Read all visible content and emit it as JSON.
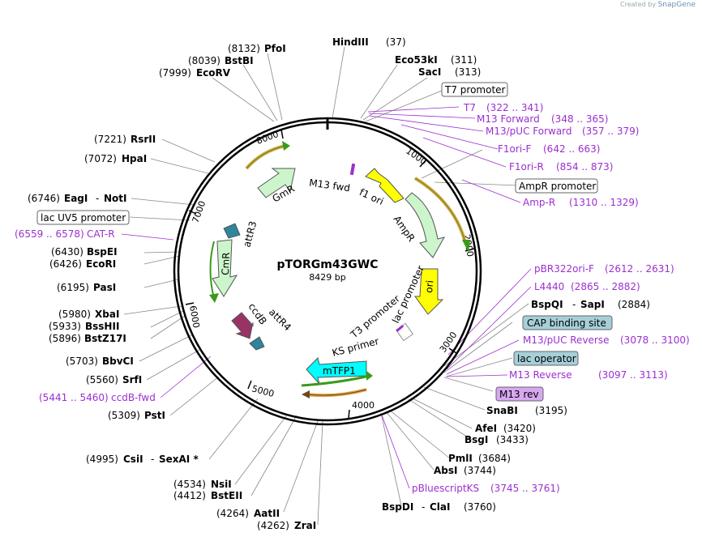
{
  "credit": {
    "prefix": "Created by",
    "brand": "SnapGene"
  },
  "plasmid": {
    "name": "pTORGm43GWC",
    "size": "8429 bp"
  },
  "ticks": [
    "1000",
    "2000",
    "3000",
    "4000",
    "5000",
    "6000",
    "7000",
    "8000"
  ],
  "sites": {
    "hindiii": {
      "name": "HindIII",
      "pos": "(37)"
    },
    "eco53ki": {
      "name": "Eco53kI",
      "pos": "(311)"
    },
    "saci": {
      "name": "SacI",
      "pos": "(313)"
    },
    "pfoi": {
      "name": "PfoI",
      "pos": "(8132)"
    },
    "bstbi": {
      "name": "BstBI",
      "pos": "(8039)"
    },
    "ecorv": {
      "name": "EcoRV",
      "pos": "(7999)"
    },
    "rsrii": {
      "name": "RsrII",
      "pos": "(7221)"
    },
    "hpai": {
      "name": "HpaI",
      "pos": "(7072)"
    },
    "eagi": {
      "name": "EagI",
      "name2": "NotI",
      "pos": "(6746)"
    },
    "bspei": {
      "name": "BspEI",
      "pos": "(6430)"
    },
    "ecori": {
      "name": "EcoRI",
      "pos": "(6426)"
    },
    "pasi": {
      "name": "PasI",
      "pos": "(6195)"
    },
    "xbai": {
      "name": "XbaI",
      "pos": "(5980)"
    },
    "bsshii": {
      "name": "BssHII",
      "pos": "(5933)"
    },
    "bstz17i": {
      "name": "BstZ17I",
      "pos": "(5896)"
    },
    "bbvci": {
      "name": "BbvCI",
      "pos": "(5703)"
    },
    "srfi": {
      "name": "SrfI",
      "pos": "(5560)"
    },
    "psti": {
      "name": "PstI",
      "pos": "(5309)"
    },
    "csii": {
      "name": "CsiI",
      "name2": "SexAI *",
      "pos": "(4995)"
    },
    "nsii": {
      "name": "NsiI",
      "pos": "(4534)"
    },
    "bsteii": {
      "name": "BstEII",
      "pos": "(4412)"
    },
    "aatii": {
      "name": "AatII",
      "pos": "(4264)"
    },
    "zrai": {
      "name": "ZraI",
      "pos": "(4262)"
    },
    "bspdi": {
      "name": "BspDI",
      "name2": "ClaI",
      "pos": "(3760)"
    },
    "absi": {
      "name": "AbsI",
      "pos": "(3744)"
    },
    "pmli": {
      "name": "PmlI",
      "pos": "(3684)"
    },
    "bsgi": {
      "name": "BsgI",
      "pos": "(3433)"
    },
    "afei": {
      "name": "AfeI",
      "pos": "(3420)"
    },
    "snabi": {
      "name": "SnaBI",
      "pos": "(3195)"
    },
    "bspqi": {
      "name": "BspQI",
      "name2": "SapI",
      "pos": "(2884)"
    }
  },
  "primers": {
    "t7": {
      "name": "T7",
      "range": "(322 .. 341)"
    },
    "m13f": {
      "name": "M13 Forward",
      "range": "(348 .. 365)"
    },
    "m13puc": {
      "name": "M13/pUC Forward",
      "range": "(357 .. 379)"
    },
    "f1orif": {
      "name": "F1ori-F",
      "range": "(642 .. 663)"
    },
    "f1orir": {
      "name": "F1ori-R",
      "range": "(854 .. 873)"
    },
    "ampr": {
      "name": "Amp-R",
      "range": "(1310 .. 1329)"
    },
    "pbr": {
      "name": "pBR322ori-F",
      "range": "(2612 .. 2631)"
    },
    "l4440": {
      "name": "L4440",
      "range": "(2865 .. 2882)"
    },
    "m13pucrev": {
      "name": "M13/pUC Reverse",
      "range": "(3078 .. 3100)"
    },
    "m13rev": {
      "name": "M13 Reverse",
      "range": "(3097 .. 3113)"
    },
    "pbks": {
      "name": "pBluescriptKS",
      "range": "(3745 .. 3761)"
    },
    "ccdbfwd": {
      "name": "ccdB-fwd",
      "range": "(5441 .. 5460)"
    },
    "catr": {
      "name": "CAT-R",
      "range": "(6559 .. 6578)"
    }
  },
  "boxes": {
    "t7prom": "T7 promoter",
    "ampprom": "AmpR promoter",
    "lacuv5": "lac UV5 promoter",
    "cap": "CAP binding site",
    "lacop": "lac operator",
    "m13revbox": "M13 rev"
  },
  "features": {
    "m13fwd": "M13 fwd",
    "f1ori": "f1 ori",
    "ampr": "AmpR",
    "ori": "ori",
    "lacprom": "lac promoter",
    "t3prom": "T3 promoter",
    "ksprimer": "KS primer",
    "mtfp1": "mTFP1",
    "ccdb": "ccdB",
    "attr4": "attR4",
    "cmr": "CmR",
    "attr3": "attR3",
    "gmr": "GmR"
  },
  "colors": {
    "primer": "#9b2fd0",
    "resistance": "#ccf5cc",
    "ori": "#ffff00",
    "mtfp1": "#00ffff",
    "ccdb": "#993366",
    "att": "#31849b",
    "primerArrow": "#e0a040",
    "orf": "#3a9a1a",
    "capbox": "#a6cfd9",
    "m13revbox": "#d7a8f0"
  }
}
